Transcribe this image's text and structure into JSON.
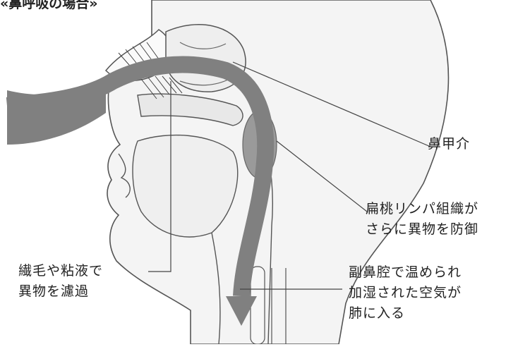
{
  "diagram": {
    "section_title": "«鼻呼吸の場合»",
    "labels": {
      "turbinate": "鼻甲介",
      "tonsil_line1": "扁桃リンパ組織が",
      "tonsil_line2": "さらに異物を防御",
      "cilia_line1": "繊毛や粘液で",
      "cilia_line2": "異物を濾過",
      "sinus_line1": "副鼻腔で温められ",
      "sinus_line2": "加湿された空気が",
      "sinus_line3": "肺に入る"
    },
    "colors": {
      "airflow": "#808080",
      "tonsil": "#9a9a9a",
      "outline": "#555555",
      "tissue": "#f1f1f1"
    }
  }
}
